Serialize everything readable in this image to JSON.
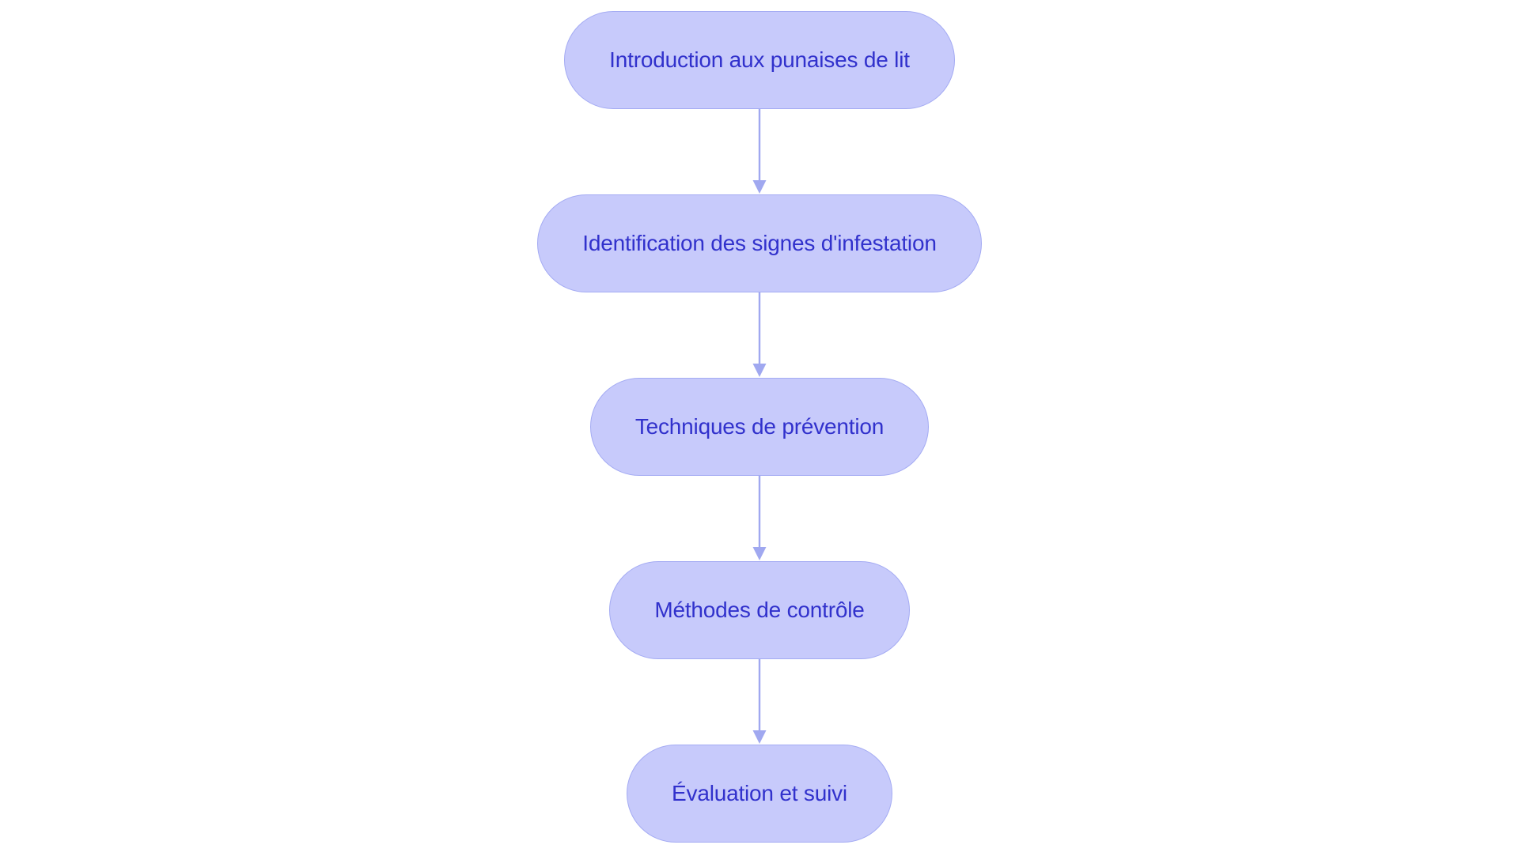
{
  "diagram": {
    "type": "flowchart",
    "orientation": "top-to-bottom",
    "title": "",
    "background_color": "#ffffff",
    "node_fill_color": "#c7cafb",
    "node_border_color": "#a4abf3",
    "node_text_color": "#3131cc",
    "connector_color": "#a0a8f0",
    "nodes": [
      {
        "id": "node-1",
        "label": "Introduction aux punaises de lit",
        "shape": "pill"
      },
      {
        "id": "node-2",
        "label": "Identification des signes d'infestation",
        "shape": "pill"
      },
      {
        "id": "node-3",
        "label": "Techniques de prévention",
        "shape": "pill"
      },
      {
        "id": "node-4",
        "label": "Méthodes de contrôle",
        "shape": "pill"
      },
      {
        "id": "node-5",
        "label": "Évaluation et suivi",
        "shape": "pill"
      }
    ],
    "edges": [
      {
        "id": "edge-1",
        "from": "node-1",
        "to": "node-2",
        "label": "",
        "arrow": "down"
      },
      {
        "id": "edge-2",
        "from": "node-2",
        "to": "node-3",
        "label": "",
        "arrow": "down"
      },
      {
        "id": "edge-3",
        "from": "node-3",
        "to": "node-4",
        "label": "",
        "arrow": "down"
      },
      {
        "id": "edge-4",
        "from": "node-4",
        "to": "node-5",
        "label": "",
        "arrow": "down"
      }
    ]
  }
}
